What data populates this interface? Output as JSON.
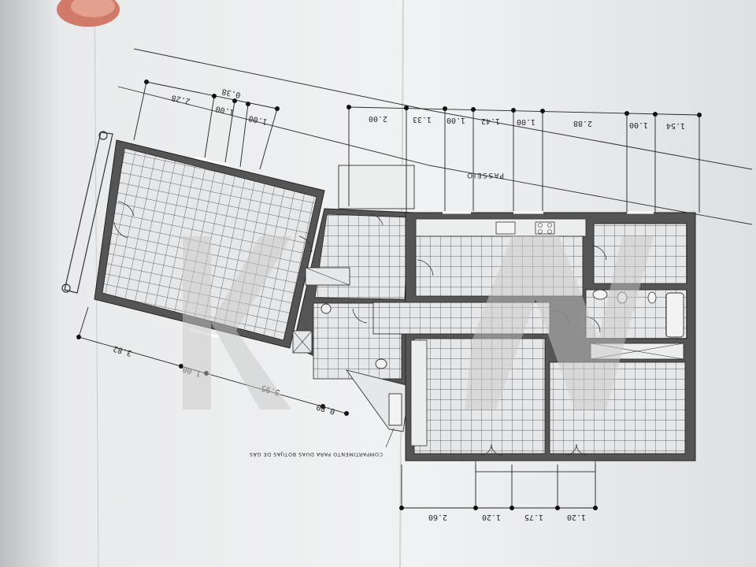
{
  "plan": {
    "street_label": "PASSEIO",
    "compartment_note": "COMPARTIMENTO PARA DUAS BOTIJAS DE GÁS",
    "top_dims_left": [
      "2.28",
      "1.00",
      "0.38",
      "1.00"
    ],
    "top_dims_right": [
      "2.00",
      "1.33",
      "1.00",
      "1.42",
      "1.00",
      "2.88",
      "1.00",
      "1.54"
    ],
    "left_side_dims": [
      "3.82",
      "1.00",
      "3.95",
      "0.80"
    ],
    "bottom_dims": [
      "2.60",
      "1.20",
      "1.75",
      "1.20"
    ]
  },
  "colors": {
    "paper": "#eeeff0",
    "ink": "#2b2b2b",
    "floor_bg": "#e6e7e9",
    "watermark": "#c9c9c9",
    "thumb": "#d27a6a"
  }
}
